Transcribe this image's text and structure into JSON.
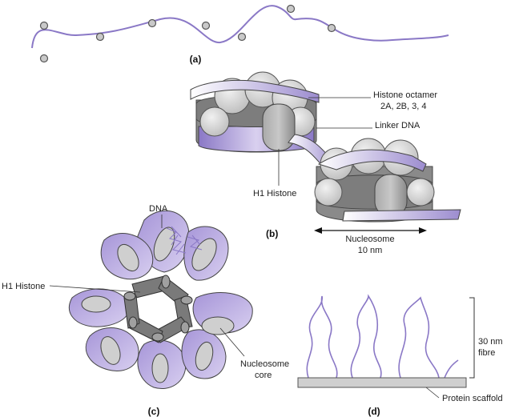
{
  "panels": {
    "a": "(a)",
    "b": "(b)",
    "c": "(c)",
    "d": "(d)"
  },
  "labels": {
    "histone_octamer": "Histone octamer",
    "histone_types": "2A, 2B, 3, 4",
    "linker_dna": "Linker DNA",
    "h1_histone_b": "H1 Histone",
    "nucleosome": "Nucleosome",
    "nucleosome_size": "10 nm",
    "dna": "DNA",
    "h1_histone_c": "H1 Histone",
    "nucleosome_core_1": "Nucleosome",
    "nucleosome_core_2": "core",
    "fibre_1": "30 nm",
    "fibre_2": "fibre",
    "protein_scaffold": "Protein scaffold"
  },
  "colors": {
    "dna_purple": "#8a78c6",
    "dna_light": "#cfc4ea",
    "histone_grey": "#d4d4d4",
    "histone_dark": "#707070",
    "scaffold": "#cfcfcf"
  }
}
